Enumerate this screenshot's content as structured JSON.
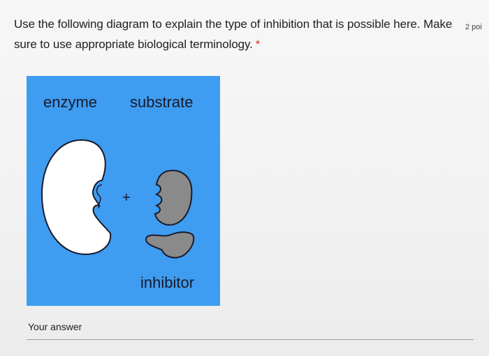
{
  "question": {
    "text": "Use the following diagram to explain the type of inhibition that is possible here. Make sure to use appropriate biological terminology.",
    "required_marker": "*",
    "points": "2 poi"
  },
  "diagram": {
    "background_color": "#3e9cf1",
    "labels": {
      "enzyme": "enzyme",
      "substrate": "substrate",
      "plus": "+",
      "inhibitor": "inhibitor"
    }
  },
  "answer": {
    "placeholder": "Your answer"
  }
}
